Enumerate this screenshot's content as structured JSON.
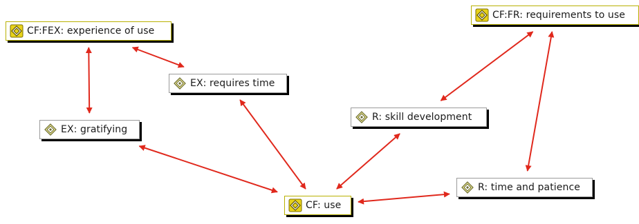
{
  "colors": {
    "link": "#e0281c",
    "family_icon": "#e8d21a",
    "code_icon": "#f5f0a0",
    "shadow": "#000000"
  },
  "nodes": {
    "fex": {
      "label": "CF:FEX: experience of use",
      "icon": "code-family-icon"
    },
    "fr": {
      "label": "CF:FR: requirements to use",
      "icon": "code-family-icon"
    },
    "requires_time": {
      "label": "EX: requires time",
      "icon": "code-icon"
    },
    "gratifying": {
      "label": "EX: gratifying",
      "icon": "code-icon"
    },
    "skill": {
      "label": "R: skill development",
      "icon": "code-icon"
    },
    "patience": {
      "label": "R: time and patience",
      "icon": "code-icon"
    },
    "use": {
      "label": "CF: use",
      "icon": "code-family-icon"
    }
  },
  "links": [
    {
      "from": "fex",
      "to": "gratifying",
      "style": "double-arrow"
    },
    {
      "from": "fex",
      "to": "requires_time",
      "style": "double-arrow"
    },
    {
      "from": "requires_time",
      "to": "use",
      "style": "double-arrow"
    },
    {
      "from": "gratifying",
      "to": "use",
      "style": "double-arrow"
    },
    {
      "from": "skill",
      "to": "use",
      "style": "double-arrow"
    },
    {
      "from": "fr",
      "to": "skill",
      "style": "double-arrow"
    },
    {
      "from": "fr",
      "to": "patience",
      "style": "double-arrow"
    },
    {
      "from": "use",
      "to": "patience",
      "style": "double-arrow"
    }
  ]
}
